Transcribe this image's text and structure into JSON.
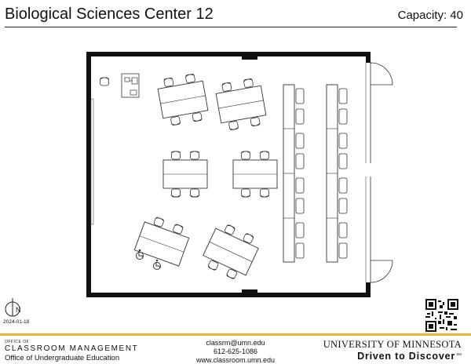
{
  "header": {
    "title": "Biological Sciences Center 12",
    "capacity": "Capacity: 40"
  },
  "north_arrow": {
    "icon": "north-arrow-icon",
    "label": "N",
    "date": "2024-01-18"
  },
  "floor_plan": {
    "icons": [
      "wall",
      "door-swing-icon",
      "instructor-station-icon",
      "group-table-icon",
      "chair-icon",
      "lab-bench-icon",
      "wheelchair-icon",
      "window"
    ],
    "tables": {
      "group_tables": 6,
      "lab_bench_columns": 2,
      "wheelchair_spaces": 2
    }
  },
  "qr_code": {
    "icon": "qr-code-icon"
  },
  "footer": {
    "office_prefix": "OFFICE OF",
    "office_name": "CLASSROOM MANAGEMENT",
    "office_sub": "Office of Undergraduate Education",
    "email": "classrm@umn.edu",
    "phone": "612-625-1086",
    "website": "www.classroom.umn.edu",
    "university": "UNIVERSITY OF MINNESOTA",
    "slogan": "Driven to Discover",
    "slogan_mark": "SM"
  },
  "colors": {
    "accent_rule": "#f2b23b",
    "wall": "#111111",
    "furniture": "#333333"
  }
}
